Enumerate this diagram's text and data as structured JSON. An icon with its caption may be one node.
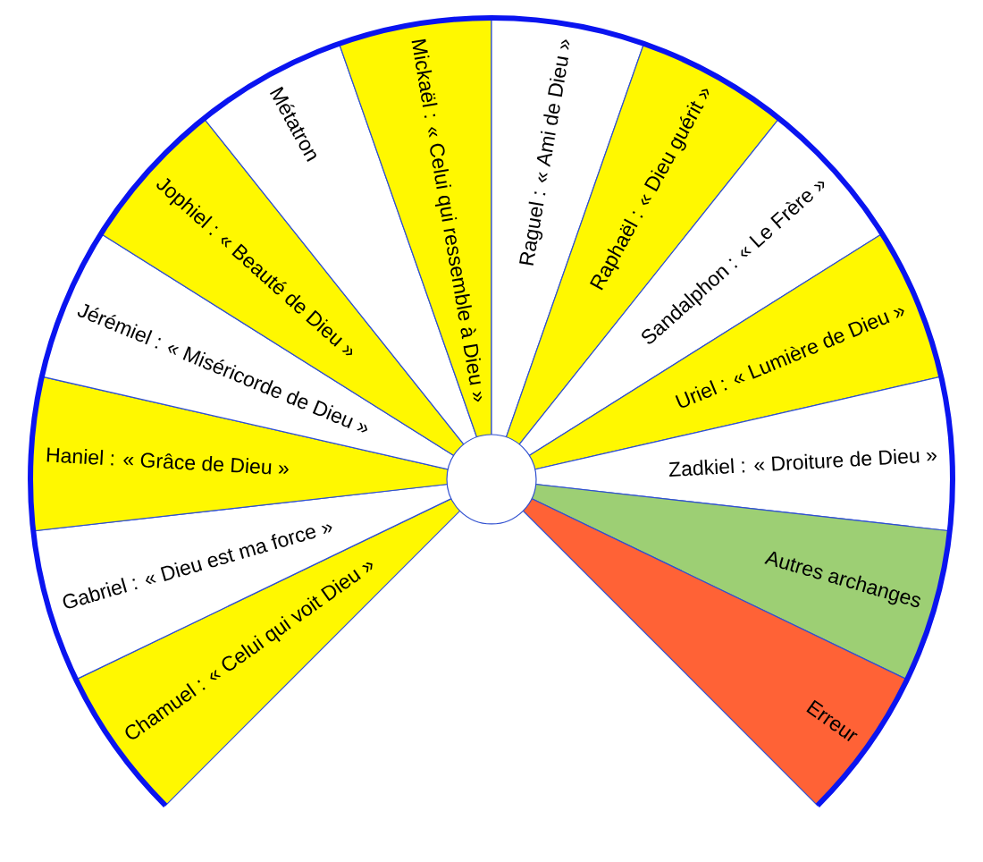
{
  "diagram": {
    "nodes": [
      {
        "text": [
          "Chamuel : « Celui qui voit Dieu »"
        ]
      },
      {
        "text": [
          "Gabriel : « Dieu est ma force »"
        ]
      },
      {
        "text": [
          "Haniel : « Grâce de Dieu »"
        ]
      },
      {
        "text": [
          "Jérémiel : « Miséricorde de Dieu »"
        ]
      },
      {
        "text": [
          "Jophiel : « Beauté de Dieu »"
        ]
      },
      {
        "text": [
          "Métatron"
        ]
      },
      {
        "text": [
          "Mickaël : « Celui qui ressemble à Dieu »"
        ]
      },
      {
        "text": [
          "Raguel : « Ami de Dieu »"
        ]
      },
      {
        "text": [
          "Raphaël : « Dieu guérit »"
        ]
      },
      {
        "text": [
          "Sandalphon : « Le Frère »"
        ]
      },
      {
        "text": [
          "Uriel : « Lumière de Dieu »"
        ]
      },
      {
        "text": [
          "Zadkiel : « Droiture de Dieu »"
        ]
      },
      {
        "text": [
          "Autres archanges"
        ]
      },
      {
        "text": [
          "Erreur"
        ]
      }
    ]
  }
}
